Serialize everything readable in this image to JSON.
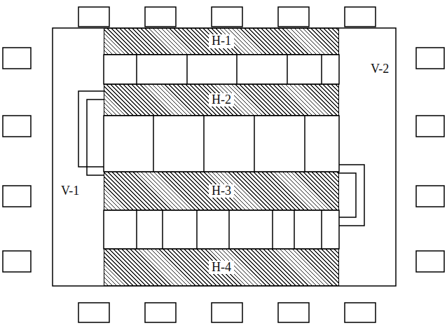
{
  "diagram": {
    "nodes": [
      {
        "text": [
          "H-1"
        ]
      },
      {
        "text": [
          "H-2"
        ]
      },
      {
        "text": [
          "H-3"
        ]
      },
      {
        "text": [
          "H-4"
        ]
      }
    ],
    "labels": [
      "V-1",
      "V-2"
    ]
  }
}
